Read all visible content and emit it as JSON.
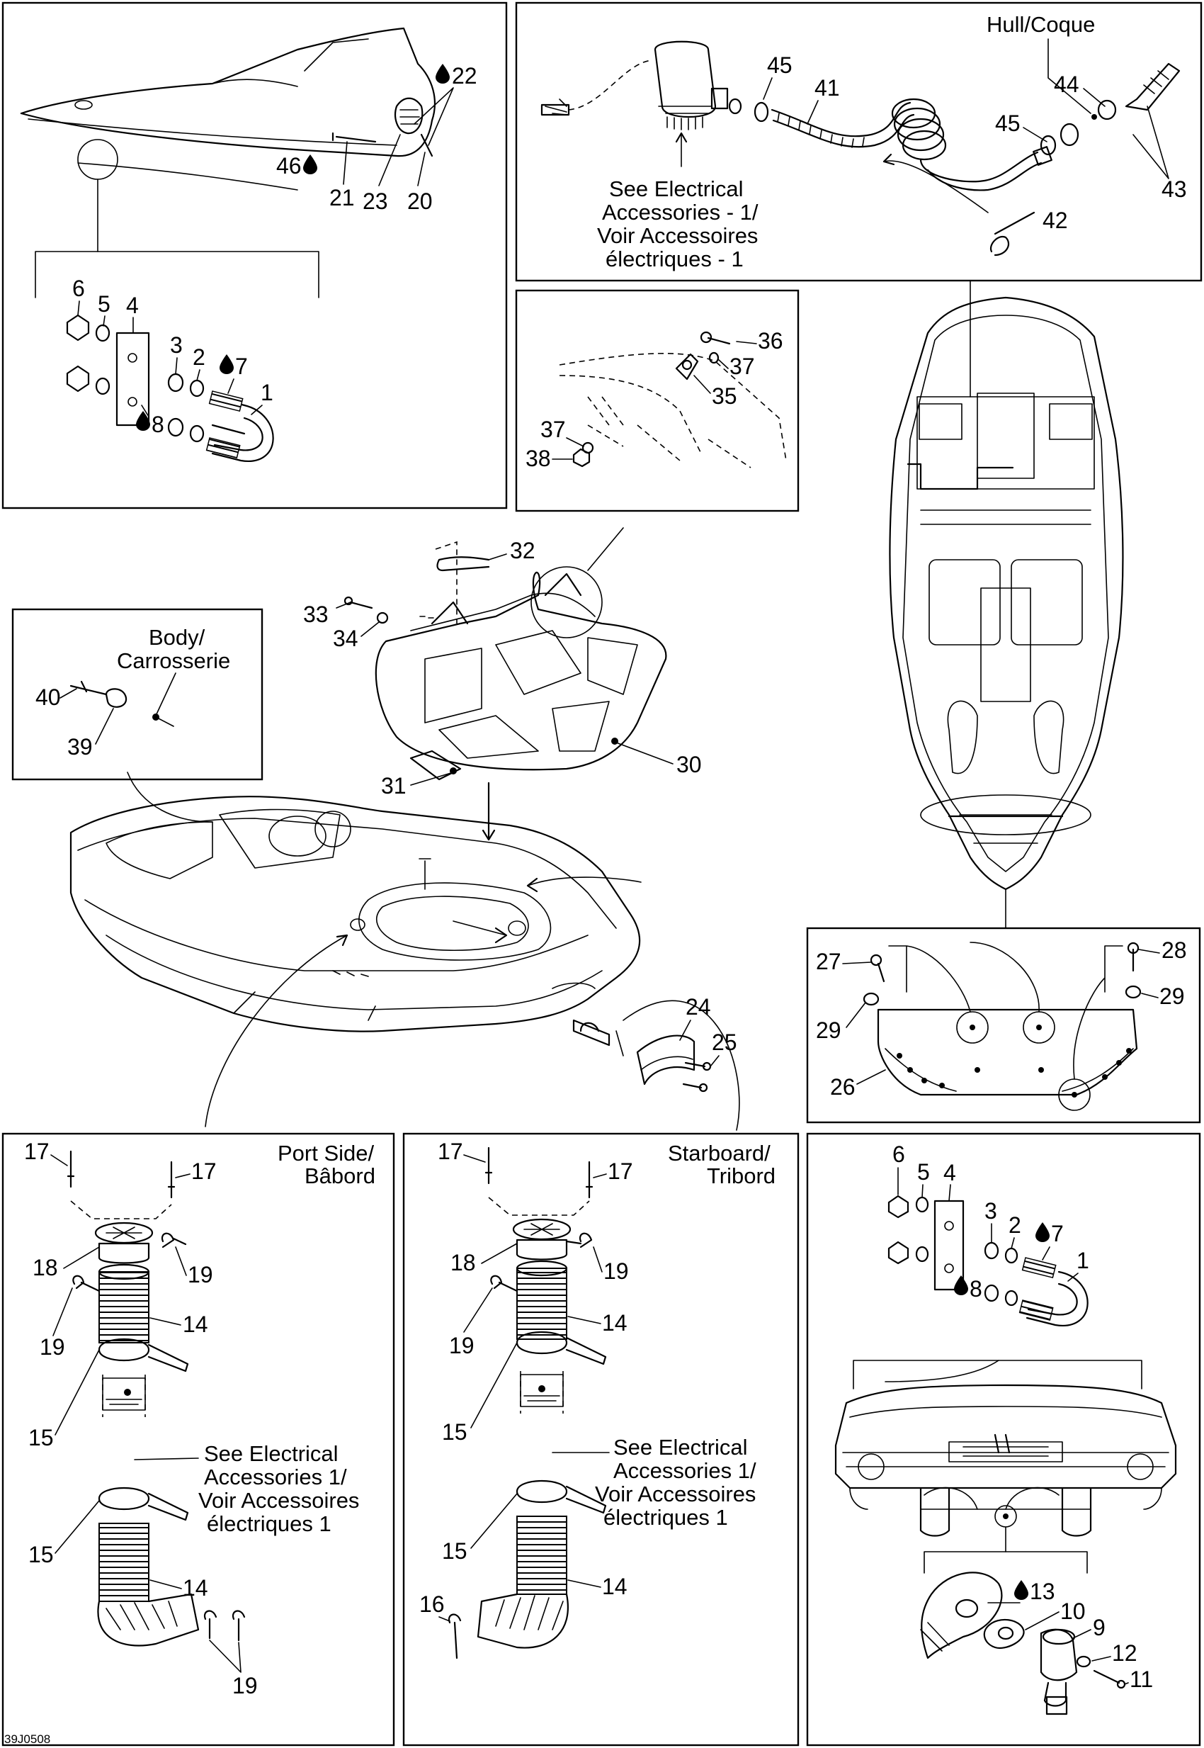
{
  "figure_code": "39J0508",
  "callouts": {
    "p22": "22",
    "p46": "46",
    "p21": "21",
    "p23": "23",
    "p20": "20",
    "a6": "6",
    "a5": "5",
    "a4": "4",
    "a3": "3",
    "a2": "2",
    "a7": "7",
    "a1": "1",
    "a8": "8",
    "p45a": "45",
    "p41": "41",
    "p44": "44",
    "p45b": "45",
    "p43": "43",
    "p42": "42",
    "p36": "36",
    "p37a": "37",
    "p35": "35",
    "p37b": "37",
    "p38": "38",
    "p32": "32",
    "p33": "33",
    "p34": "34",
    "p30": "30",
    "p31": "31",
    "p40": "40",
    "p39": "39",
    "p24": "24",
    "p25": "25",
    "p27": "27",
    "p28": "28",
    "p29a": "29",
    "p29b": "29",
    "p26": "26",
    "l17a": "17",
    "l17b": "17",
    "l18": "18",
    "l19a": "19",
    "l19b": "19",
    "l14a": "14",
    "l15a": "15",
    "l15b": "15",
    "l14b": "14",
    "l19c": "19",
    "r17a": "17",
    "r17b": "17",
    "r18": "18",
    "r19a": "19",
    "r19b": "19",
    "r14a": "14",
    "r15a": "15",
    "r15b": "15",
    "r14b": "14",
    "r16": "16",
    "b6": "6",
    "b5": "5",
    "b4": "4",
    "b3": "3",
    "b2": "2",
    "b7": "7",
    "b1": "1",
    "b8": "8",
    "p13": "13",
    "p10": "10",
    "p9": "9",
    "p12": "12",
    "p11": "11"
  },
  "notes": {
    "hull_coque": "Hull/Coque",
    "body_carrosserie": [
      "Body/",
      "Carrosserie"
    ],
    "see_elec_top": [
      "See Electrical",
      "Accessories - 1/",
      "Voir Accessoires",
      "électriques - 1"
    ],
    "port_side": [
      "Port Side/",
      "Bâbord"
    ],
    "starboard": [
      "Starboard/",
      "Tribord"
    ],
    "see_elec_port": [
      "See Electrical",
      "Accessories 1/",
      "Voir Accessoires",
      "électriques 1"
    ],
    "see_elec_stbd": [
      "See Electrical",
      "Accessories 1/",
      "Voir Accessoires",
      "électriques 1"
    ]
  },
  "icons": {
    "drop": "lubricant-drop-icon"
  }
}
